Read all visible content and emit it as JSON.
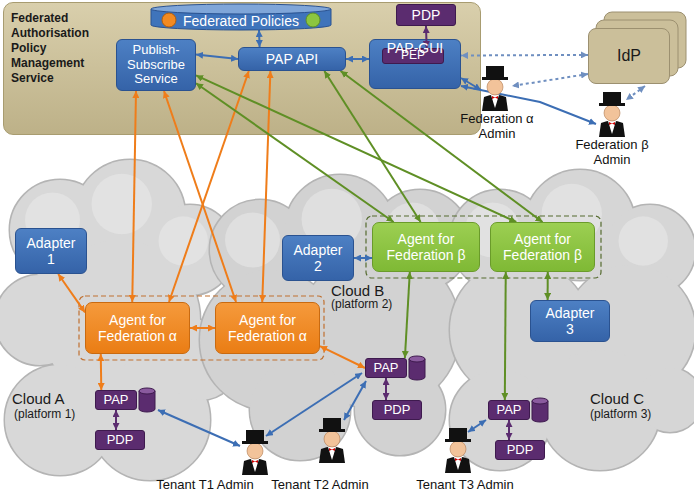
{
  "diagram": {
    "nodes": [
      {
        "text": [
          "Federated Authorisation Policy Management Service"
        ]
      },
      {
        "text": [
          "Federated Policies"
        ],
        "in": 0
      },
      {
        "text": [
          "PDP"
        ],
        "in": 0
      },
      {
        "text": [
          "Publish-Subscribe Service"
        ],
        "in": 0
      },
      {
        "text": [
          "PAP API"
        ],
        "in": 0
      },
      {
        "text": [
          "PAP-GUI"
        ],
        "in": 0
      },
      {
        "text": [
          "PEP"
        ],
        "in": 5
      },
      {
        "text": [
          "IdP"
        ]
      },
      {
        "text": [
          "Cloud A",
          "(platform 1)"
        ]
      },
      {
        "text": [
          "Adapter 1"
        ],
        "in": 8
      },
      {
        "text": [
          "Agent for Federation α"
        ],
        "in": 8
      },
      {
        "text": [
          "PAP"
        ],
        "in": 8
      },
      {
        "text": [
          "PDP"
        ],
        "in": 8
      },
      {
        "text": [
          "Cloud B",
          "(platform 2)"
        ]
      },
      {
        "text": [
          "Adapter 2"
        ],
        "in": 13
      },
      {
        "text": [
          "Agent for Federation β"
        ],
        "in": 13
      },
      {
        "text": [
          "Agent for Federation α"
        ],
        "in": 13
      },
      {
        "text": [
          "PAP"
        ],
        "in": 13
      },
      {
        "text": [
          "PDP"
        ],
        "in": 13
      },
      {
        "text": [
          "Cloud C",
          "(platform 3)"
        ]
      },
      {
        "text": [
          "Agent for Federation β"
        ],
        "in": 19
      },
      {
        "text": [
          "Adapter 3"
        ],
        "in": 19
      },
      {
        "text": [
          "PAP"
        ],
        "in": 19
      },
      {
        "text": [
          "PDP"
        ],
        "in": 19
      }
    ],
    "edges": [
      {
        "from": 1,
        "to": 4,
        "arrow": "both"
      },
      {
        "from": 3,
        "to": 4,
        "arrow": "both"
      },
      {
        "from": 4,
        "to": 5,
        "arrow": "both"
      },
      {
        "from": 2,
        "to": 6,
        "arrow": "both"
      },
      {
        "from": 7,
        "to": 5,
        "arrow": "both"
      },
      {
        "from": 9,
        "to": 10,
        "arrow": "both"
      },
      {
        "from": 10,
        "to": 11,
        "arrow": "both"
      },
      {
        "from": 10,
        "to": 16,
        "arrow": "both"
      },
      {
        "from": 3,
        "to": 10,
        "arrow": "both"
      },
      {
        "from": 3,
        "to": 16,
        "arrow": "both"
      },
      {
        "from": 4,
        "to": 10,
        "arrow": "both"
      },
      {
        "from": 4,
        "to": 16,
        "arrow": "both"
      },
      {
        "from": 14,
        "to": 15,
        "arrow": "both"
      },
      {
        "from": 15,
        "to": 17,
        "arrow": "both"
      },
      {
        "from": 3,
        "to": 15,
        "arrow": "both"
      },
      {
        "from": 3,
        "to": 20,
        "arrow": "both"
      },
      {
        "from": 4,
        "to": 15,
        "arrow": "both"
      },
      {
        "from": 4,
        "to": 20,
        "arrow": "both"
      },
      {
        "from": 20,
        "to": 21,
        "arrow": "both"
      },
      {
        "from": 20,
        "to": 22,
        "arrow": "both"
      },
      {
        "from": 16,
        "to": 17,
        "arrow": "both"
      },
      {
        "from": 11,
        "to": 12,
        "arrow": "both"
      },
      {
        "from": 17,
        "to": 18,
        "arrow": "both"
      },
      {
        "from": 22,
        "to": 23,
        "arrow": "both"
      }
    ],
    "labels": [
      "Federation α Admin",
      "Federation β Admin",
      "Tenant T1 Admin",
      "Tenant T2 Admin",
      "Tenant T3 Admin"
    ]
  }
}
